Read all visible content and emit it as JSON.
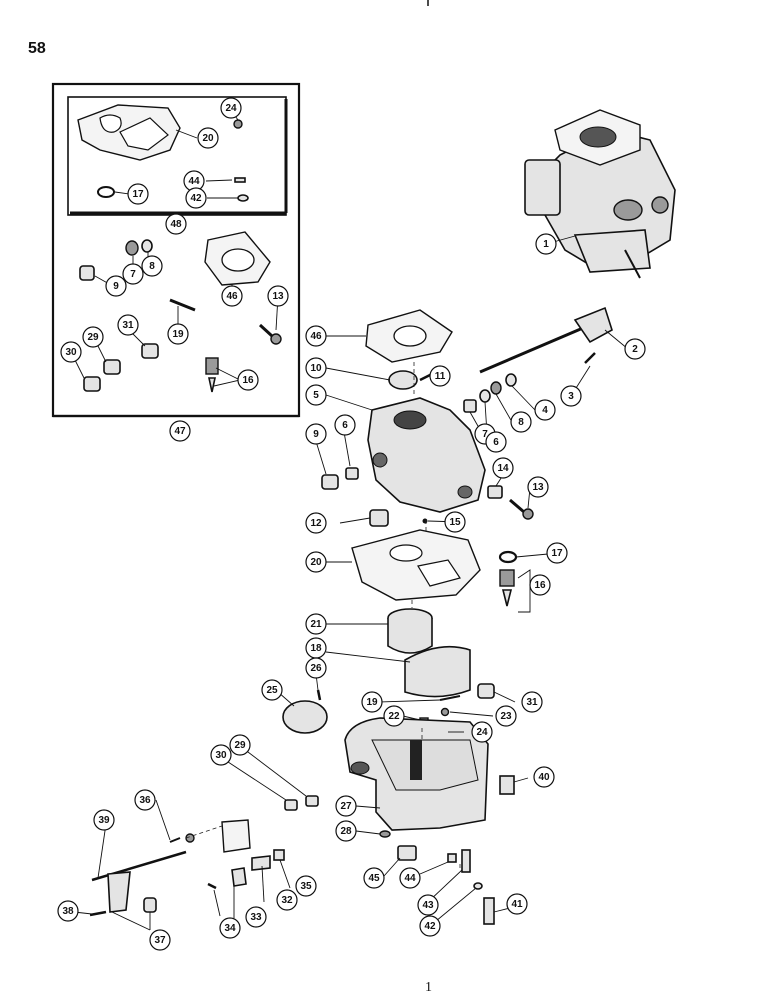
{
  "page": {
    "number": "58",
    "footer": "1"
  },
  "kits": {
    "outer_kit_number": "47",
    "inner_kit_number": "48"
  },
  "callouts": [
    "24",
    "20",
    "17",
    "44",
    "42",
    "48",
    "7",
    "8",
    "9",
    "46",
    "13",
    "19",
    "31",
    "29",
    "30",
    "16",
    "47",
    "1",
    "2",
    "46",
    "10",
    "11",
    "5",
    "3",
    "4",
    "8",
    "7",
    "6",
    "6",
    "9",
    "14",
    "13",
    "12",
    "15",
    "20",
    "17",
    "16",
    "21",
    "18",
    "26",
    "19",
    "31",
    "25",
    "22",
    "23",
    "24",
    "29",
    "30",
    "40",
    "27",
    "28",
    "45",
    "44",
    "36",
    "39",
    "33",
    "32",
    "35",
    "34",
    "38",
    "37",
    "43",
    "41",
    "42"
  ],
  "icons": {
    "parts": "carburetor-exploded-view-icon"
  }
}
